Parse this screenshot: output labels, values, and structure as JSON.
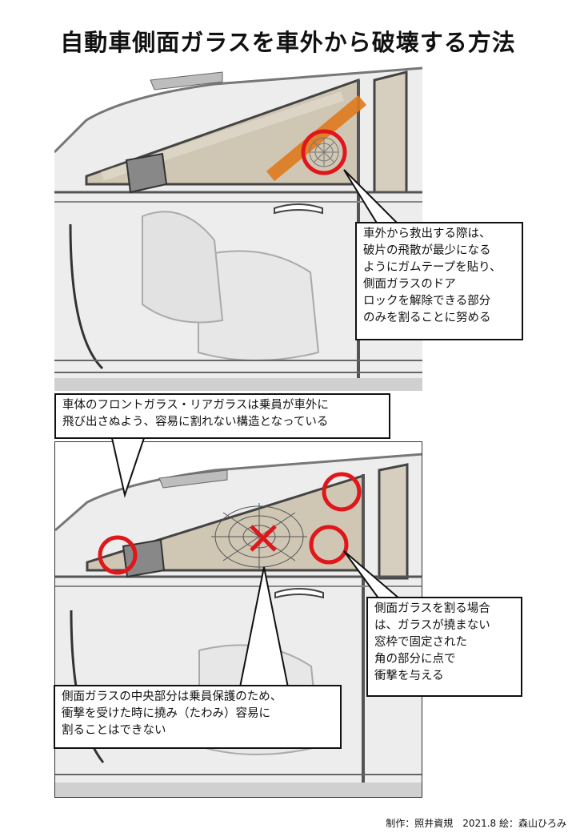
{
  "title": "自動車側面ガラスを車外から破壊する方法",
  "callouts": {
    "tape_rescue": "車外から救出する際は、\n破片の飛散が最少になる\nようにガムテープを貼り、\n側面ガラスのドア\nロックを解除できる部分\nのみを割ることに努める",
    "body_glass": "車体のフロントガラス・リアガラスは乗員が車外に\n飛び出さぬよう、容易に割れない構造となっている",
    "corner_strike": "側面ガラスを割る場合\nは、ガラスが撓まない\n窓枠で固定された\n角の部分に点で\n衝撃を与える",
    "center_flex": "側面ガラスの中央部分は乗員保護のため、\n衝撃を受けた時に撓み（たわみ）容易に\n割ることはできない"
  },
  "credit": "制作：照井資規　2021.8 絵：森山ひろみ",
  "colors": {
    "marker": "#e0161b",
    "tape": "#e07a1e",
    "glass": "#cfc6b4",
    "body": "#e4e4e4"
  }
}
